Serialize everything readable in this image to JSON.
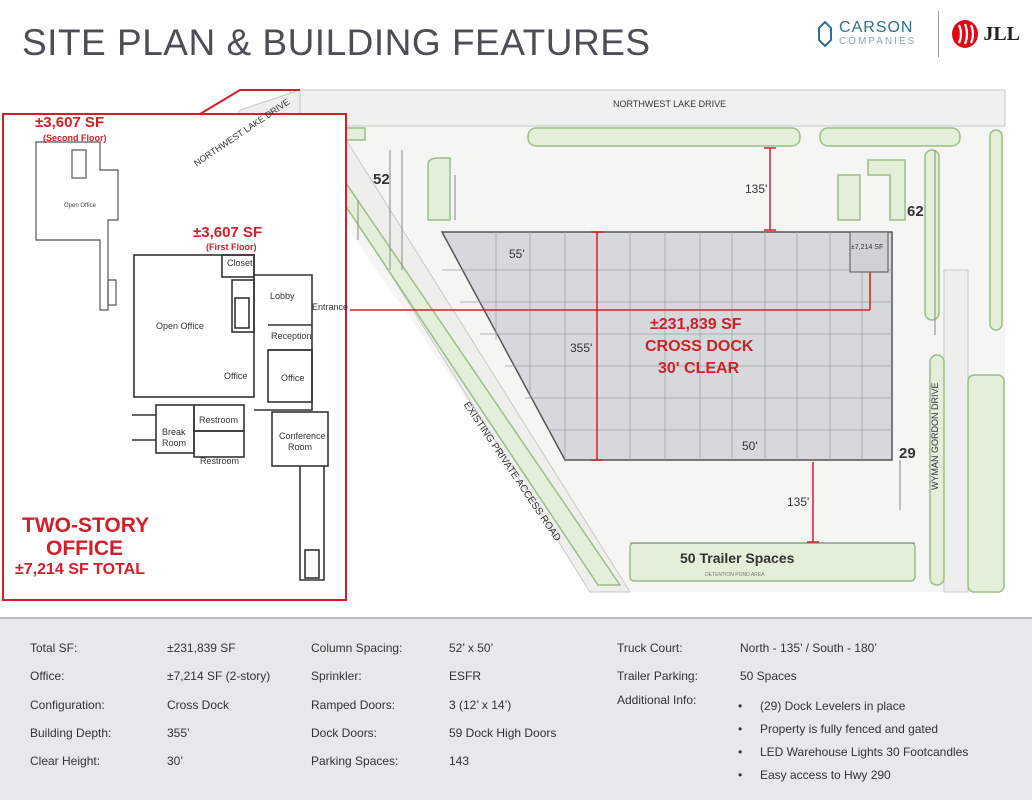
{
  "title": "SITE PLAN & BUILDING FEATURES",
  "logos": {
    "carson_top": "CARSON",
    "carson_bottom": "COMPANIES",
    "jll": "JLL"
  },
  "office": {
    "second_floor_sf": "±3,607 SF",
    "second_floor_label": "(Second Floor)",
    "first_floor_sf": "±3,607 SF",
    "first_floor_label": "(First Floor)",
    "upper_open_office": "Open Office",
    "rooms": {
      "closet": "Closet",
      "lobby": "Lobby",
      "entrance": "Entrance",
      "open_office": "Open Office",
      "reception": "Reception",
      "office_1": "Office",
      "office_2": "Office",
      "break_room_1": "Break",
      "break_room_2": "Room",
      "restroom_1": "Restroom",
      "restroom_2": "Restroom",
      "conference_1": "Conference",
      "conference_2": "Room"
    },
    "summary_1": "TWO-STORY",
    "summary_2": "OFFICE",
    "summary_3": "±7,214 SF TOTAL"
  },
  "site": {
    "road_north": "NORTHWEST LAKE DRIVE",
    "road_northwest": "NORTHWEST LAKE DRIVE",
    "road_private": "EXISTING PRIVATE ACCESS ROAD",
    "road_east": "WYMAN GORDON DRIVE",
    "parking_nw": "52",
    "parking_ne": "62",
    "parking_se": "29",
    "dim_north": "135'",
    "dim_south": "135'",
    "dim_depth": "355'",
    "dim_bay_top": "55'",
    "dim_bay_bottom": "50'",
    "office_callout": "±7,214 SF",
    "building_sf": "±231,839 SF",
    "building_type": "CROSS DOCK",
    "building_clear": "30' CLEAR",
    "trailer_spaces": "50 Trailer Spaces",
    "detention": "DETENTION POND AREA"
  },
  "specs": {
    "col1": [
      {
        "label": "Total SF:",
        "value": "±231,839 SF"
      },
      {
        "label": "Office:",
        "value": "±7,214 SF (2-story)"
      },
      {
        "label": "Configuration:",
        "value": "Cross Dock"
      },
      {
        "label": "Building Depth:",
        "value": "355’"
      },
      {
        "label": "Clear Height:",
        "value": "30’"
      }
    ],
    "col2": [
      {
        "label": "Column Spacing:",
        "value": "52’ x 50’"
      },
      {
        "label": "Sprinkler:",
        "value": "ESFR"
      },
      {
        "label": "Ramped Doors:",
        "value": "3 (12’ x 14’)"
      },
      {
        "label": "Dock Doors:",
        "value": "59 Dock High Doors"
      },
      {
        "label": "Parking Spaces:",
        "value": "143"
      }
    ],
    "col3": [
      {
        "label": "Truck Court:",
        "value": "North - 135’ / South - 180’"
      },
      {
        "label": "Trailer Parking:",
        "value": "50 Spaces"
      },
      {
        "label": "Additional Info:",
        "value": ""
      }
    ],
    "additional_info": [
      "(29) Dock Levelers in place",
      "Property is fully fenced and gated",
      "LED Warehouse Lights 30 Footcandles",
      "Easy access to Hwy 290"
    ]
  }
}
